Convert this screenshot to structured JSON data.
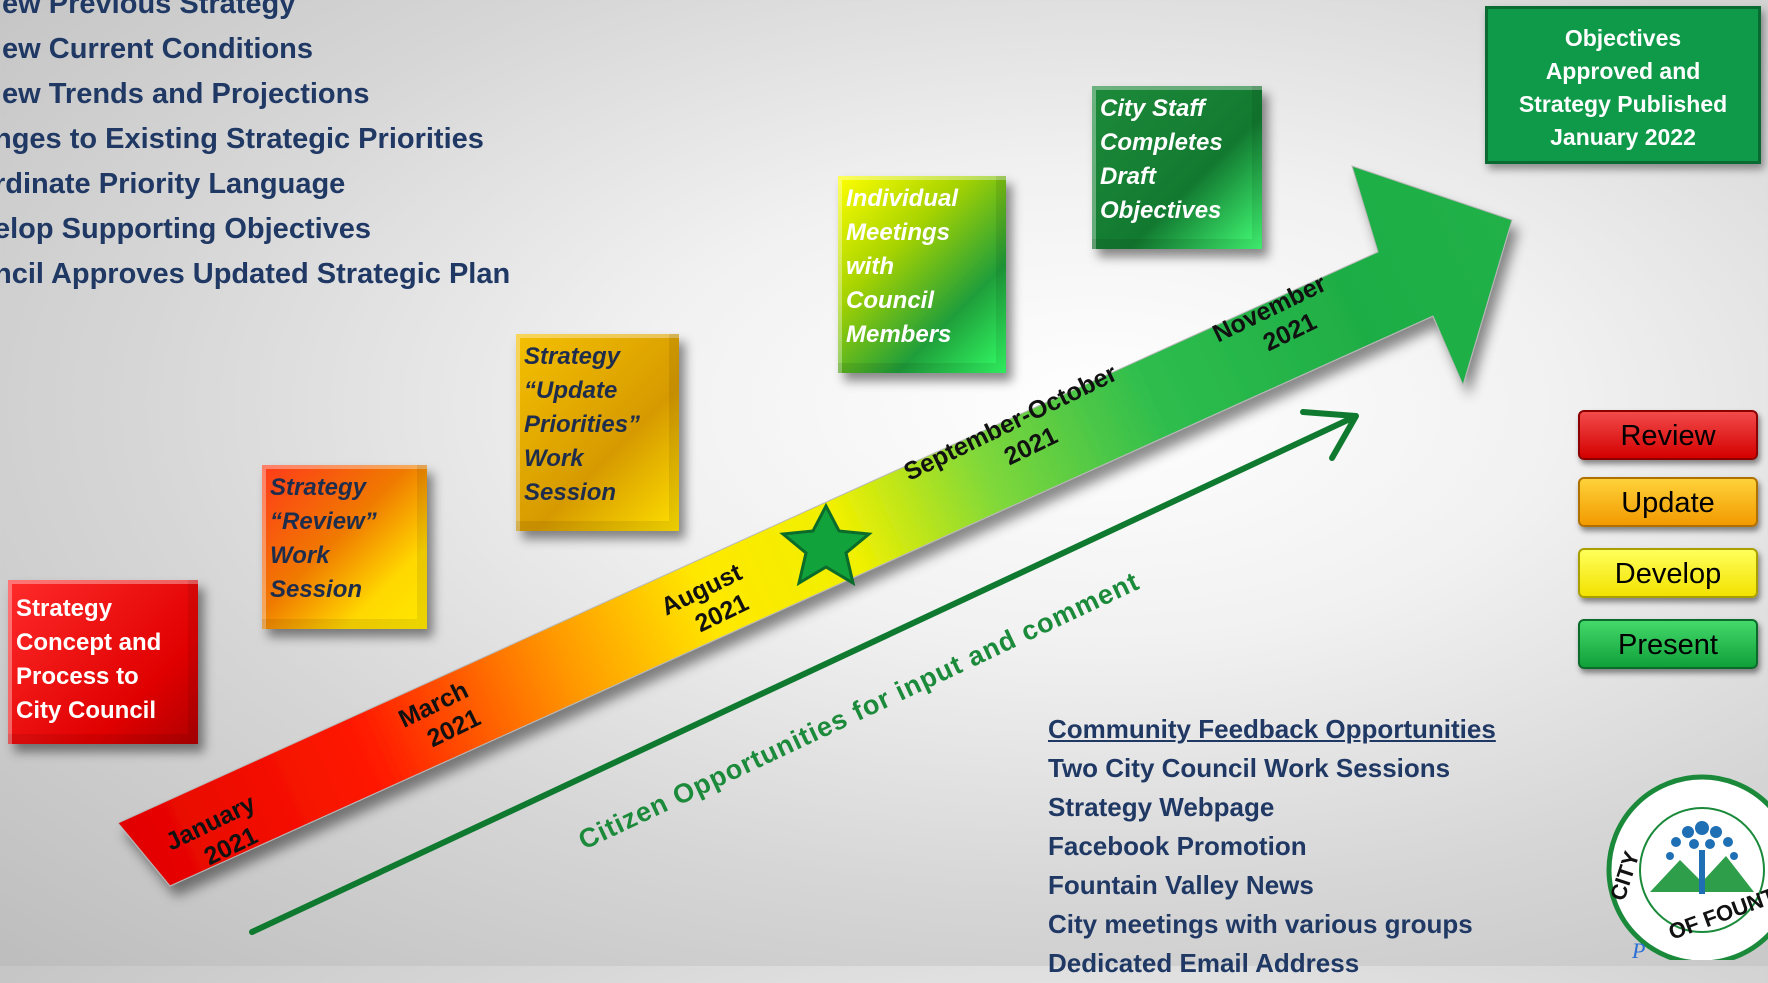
{
  "steps": [
    "iew Previous Strategy",
    "iew Current Conditions",
    "iew Trends and Projections",
    "nges to Existing Strategic Priorities",
    "rdinate Priority Language",
    "elop Supporting Objectives",
    "ncil Approves Updated Strategic Plan"
  ],
  "milestone_boxes": [
    {
      "lines": [
        "Strategy",
        "Concept and",
        "Process to",
        "City Council"
      ]
    },
    {
      "lines": [
        "Strategy",
        "“Review”",
        "Work",
        "Session"
      ]
    },
    {
      "lines": [
        "Strategy",
        "“Update",
        "Priorities”",
        "Work",
        "Session"
      ]
    },
    {
      "lines": [
        "Individual",
        "Meetings",
        "with",
        "Council",
        "Members"
      ]
    },
    {
      "lines": [
        "City Staff",
        "Completes",
        "Draft",
        "Objectives"
      ]
    }
  ],
  "published_box": {
    "lines": [
      "Objectives",
      "Approved and",
      "Strategy Published",
      "January 2022"
    ]
  },
  "timeline": [
    {
      "month": "January",
      "year": "2021"
    },
    {
      "month": "March",
      "year": "2021"
    },
    {
      "month": "August",
      "year": "2021"
    },
    {
      "month": "September-October",
      "year": "2021"
    },
    {
      "month": "November",
      "year": "2021"
    }
  ],
  "citizen_arrow_label": "Citizen Opportunities for input and comment",
  "legend": [
    "Review",
    "Update",
    "Develop",
    "Present"
  ],
  "feedback": {
    "heading": "Community Feedback Opportunities",
    "items": [
      "Two City Council Work Sessions",
      "Strategy Webpage",
      "Facebook Promotion",
      "Fountain Valley News",
      "City meetings with various groups",
      "Dedicated Email Address"
    ]
  },
  "logo": {
    "text_left": "CITY",
    "text_right": "OF FOUNTAIN",
    "tagline_fragment": "P"
  },
  "colors": {
    "review": "#d40000",
    "update": "#f29a00",
    "develop": "#f2e200",
    "present": "#10a03a",
    "text_navy": "#1f3864",
    "citizen_green": "#0f7a2f"
  }
}
